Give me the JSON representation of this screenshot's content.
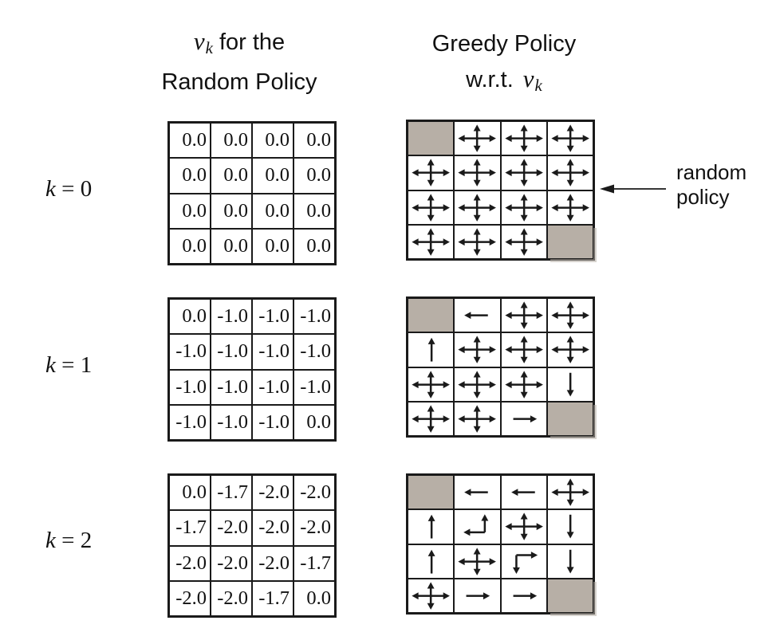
{
  "figure": {
    "col1_header": {
      "var": "v",
      "sub": "k",
      "rest": " for the",
      "line2": "Random Policy"
    },
    "col2_header": {
      "line1": "Greedy Policy",
      "line2_prefix": "w.r.t.",
      "var": "v",
      "sub": "k"
    },
    "rows": [
      {
        "label_var": "k",
        "label_rest": " = 0"
      },
      {
        "label_var": "k",
        "label_rest": " = 1"
      },
      {
        "label_var": "k",
        "label_rest": " = 2"
      }
    ],
    "annotation": {
      "line1": "random",
      "line2": "policy"
    },
    "colors": {
      "terminal_gray": "#b7afa6",
      "ink": "#1a1a1a"
    },
    "value_grids": [
      {
        "k": 0,
        "values": [
          [
            "0.0",
            "0.0",
            "0.0",
            "0.0"
          ],
          [
            "0.0",
            "0.0",
            "0.0",
            "0.0"
          ],
          [
            "0.0",
            "0.0",
            "0.0",
            "0.0"
          ],
          [
            "0.0",
            "0.0",
            "0.0",
            "0.0"
          ]
        ]
      },
      {
        "k": 1,
        "values": [
          [
            "0.0",
            "-1.0",
            "-1.0",
            "-1.0"
          ],
          [
            "-1.0",
            "-1.0",
            "-1.0",
            "-1.0"
          ],
          [
            "-1.0",
            "-1.0",
            "-1.0",
            "-1.0"
          ],
          [
            "-1.0",
            "-1.0",
            "-1.0",
            "0.0"
          ]
        ]
      },
      {
        "k": 2,
        "values": [
          [
            "0.0",
            "-1.7",
            "-2.0",
            "-2.0"
          ],
          [
            "-1.7",
            "-2.0",
            "-2.0",
            "-2.0"
          ],
          [
            "-2.0",
            "-2.0",
            "-2.0",
            "-1.7"
          ],
          [
            "-2.0",
            "-2.0",
            "-1.7",
            "0.0"
          ]
        ]
      }
    ],
    "policy_grids": [
      {
        "k": 0,
        "cells": [
          [
            "T",
            "UDLR",
            "UDLR",
            "UDLR"
          ],
          [
            "UDLR",
            "UDLR",
            "UDLR",
            "UDLR"
          ],
          [
            "UDLR",
            "UDLR",
            "UDLR",
            "UDLR"
          ],
          [
            "UDLR",
            "UDLR",
            "UDLR",
            "T"
          ]
        ]
      },
      {
        "k": 1,
        "cells": [
          [
            "T",
            "L",
            "UDLR",
            "UDLR"
          ],
          [
            "U",
            "UDLR",
            "UDLR",
            "UDLR"
          ],
          [
            "UDLR",
            "UDLR",
            "UDLR",
            "D"
          ],
          [
            "UDLR",
            "UDLR",
            "R",
            "T"
          ]
        ]
      },
      {
        "k": 2,
        "cells": [
          [
            "T",
            "L",
            "L",
            "UDLR"
          ],
          [
            "U",
            "LU",
            "UDLR",
            "D"
          ],
          [
            "U",
            "UDLR",
            "RD",
            "D"
          ],
          [
            "UDLR",
            "R",
            "R",
            "T"
          ]
        ]
      }
    ]
  }
}
